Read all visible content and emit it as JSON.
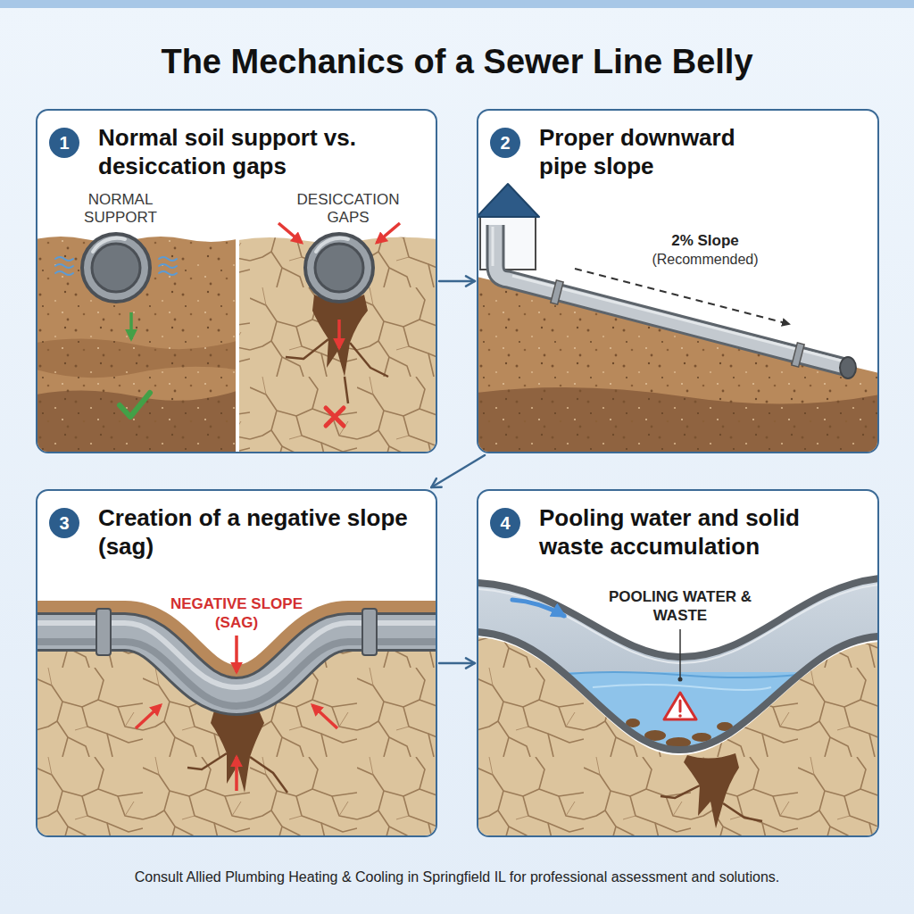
{
  "diagram": {
    "title": "The Mechanics of a Sewer Line Belly",
    "caption": "Consult Allied Plumbing Heating & Cooling in Springfield IL for professional assessment and solutions.",
    "nodes": [
      {
        "text": [
          "Normal soil support vs. desiccation gaps"
        ]
      },
      {
        "text": [
          "1"
        ],
        "in": 0
      },
      {
        "text": [
          "Proper downward pipe slope"
        ]
      },
      {
        "text": [
          "2"
        ],
        "in": 2
      },
      {
        "text": [
          "Creation of a negative slope (sag)"
        ]
      },
      {
        "text": [
          "3"
        ],
        "in": 4
      },
      {
        "text": [
          "Pooling water and solid waste accumulation"
        ]
      },
      {
        "text": [
          "4"
        ],
        "in": 6
      }
    ],
    "edges": [
      {
        "from": 0,
        "to": 2,
        "arrow": "to"
      },
      {
        "from": 2,
        "to": 4,
        "arrow": "to"
      },
      {
        "from": 4,
        "to": 6,
        "arrow": "to"
      }
    ],
    "labels": [
      "NORMAL SUPPORT",
      "DESICCATION GAPS",
      "2% Slope",
      "(Recommended)",
      "NEGATIVE SLOPE (SAG)",
      "POOLING WATER & WASTE"
    ]
  }
}
